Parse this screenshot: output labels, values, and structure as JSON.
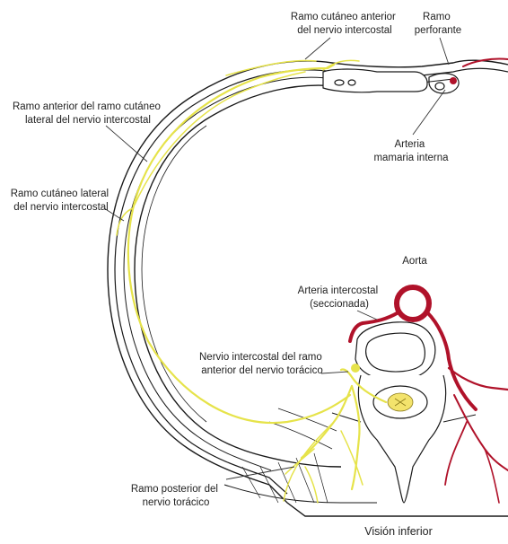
{
  "labels": {
    "ramo_cutaneo_anterior": [
      "Ramo cutáneo anterior",
      "del nervio intercostal"
    ],
    "ramo_perforante": [
      "Ramo",
      "perforante"
    ],
    "arteria_mamaria": [
      "Arteria",
      "mamaria interna"
    ],
    "ramo_anterior_lateral": [
      "Ramo anterior del ramo cutáneo",
      "lateral del nervio intercostal"
    ],
    "ramo_cutaneo_lateral": [
      "Ramo cutáneo lateral",
      "del nervio intercostal"
    ],
    "aorta": "Aorta",
    "arteria_intercostal": [
      "Arteria intercostal",
      "(seccionada)"
    ],
    "nervio_intercostal": [
      "Nervio intercostal del ramo",
      "anterior del nervio torácico"
    ],
    "ramo_posterior": [
      "Ramo posterior del",
      "nervio torácico"
    ]
  },
  "caption": "Visión inferior",
  "colors": {
    "nerve": "#e6e34a",
    "artery": "#b0122a",
    "outline": "#1a1a1a"
  }
}
